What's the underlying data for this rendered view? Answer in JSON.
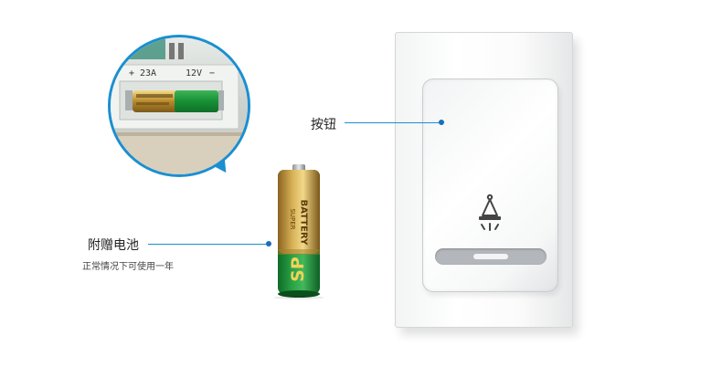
{
  "callouts": {
    "button": {
      "label": "按钮"
    },
    "battery": {
      "label": "附赠电池",
      "sublabel": "正常情况下可使用一年"
    }
  },
  "bubble": {
    "terminal_left": "23A",
    "terminal_right": "12V",
    "plus_sign": "+",
    "minus_sign": "−"
  },
  "battery_print": {
    "brand": "SP",
    "line1": "SUPER",
    "line2": "BATTERY"
  },
  "colors": {
    "accent": "#1a8fd1",
    "dot": "#1a6fb8",
    "battery_green": "#1f9a3a",
    "battery_gold": "#b88a2c"
  },
  "icons": {
    "bell": "bell-icon"
  }
}
